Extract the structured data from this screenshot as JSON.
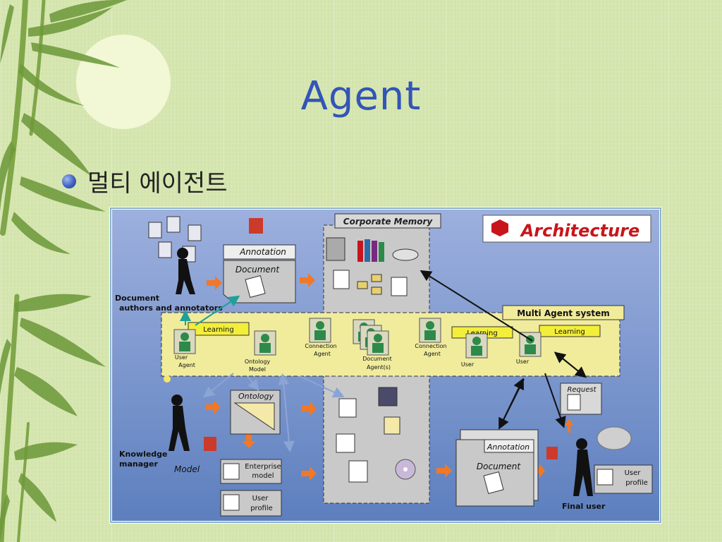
{
  "slide": {
    "title": "Agent",
    "bullet": "멀티 에이전트"
  },
  "diagram": {
    "architecture_label": "Architecture",
    "corporate_memory_label": "Corporate Memory",
    "multi_agent_label": "Multi Agent system",
    "annotation_top": "Annotation",
    "document_top": "Document",
    "doc_authors_line1": "Document",
    "doc_authors_line2": "authors and annotators",
    "learning_1": "Learning",
    "learning_2": "Learning",
    "learning_3": "Learning",
    "agent_user_1": "User",
    "agent_user_1b": "Agent",
    "agent_ontology": "Ontology",
    "agent_ontology_b": "Model",
    "agent_connection": "Connection",
    "agent_connection_b": "Agent",
    "agent_document": "Document",
    "agent_document_b": "Agent(s)",
    "agent_connection2": "Connection",
    "agent_connection2_b": "Agent",
    "agent_user_2": "User",
    "agent_user_3": "User",
    "ontology_label": "Ontology",
    "knowledge_manager_1": "Knowledge",
    "knowledge_manager_2": "manager",
    "model_label": "Model",
    "enterprise_1": "Enterprise",
    "enterprise_2": "model",
    "user_profile_1": "User",
    "user_profile_2": "profile",
    "request_label": "Request",
    "annotation_bottom": "Annotation",
    "document_bottom": "Document",
    "final_user_label": "Final user",
    "user_profile_right_1": "User",
    "user_profile_right_2": "profile",
    "colors": {
      "title": "#3355b8",
      "mas_band": "#f0ec9c",
      "learning": "#f2ee3a",
      "corporate_panel": "#c9c9c9",
      "arrow_orange": "#f07828",
      "arrow_blue": "#8aa4d4"
    }
  }
}
